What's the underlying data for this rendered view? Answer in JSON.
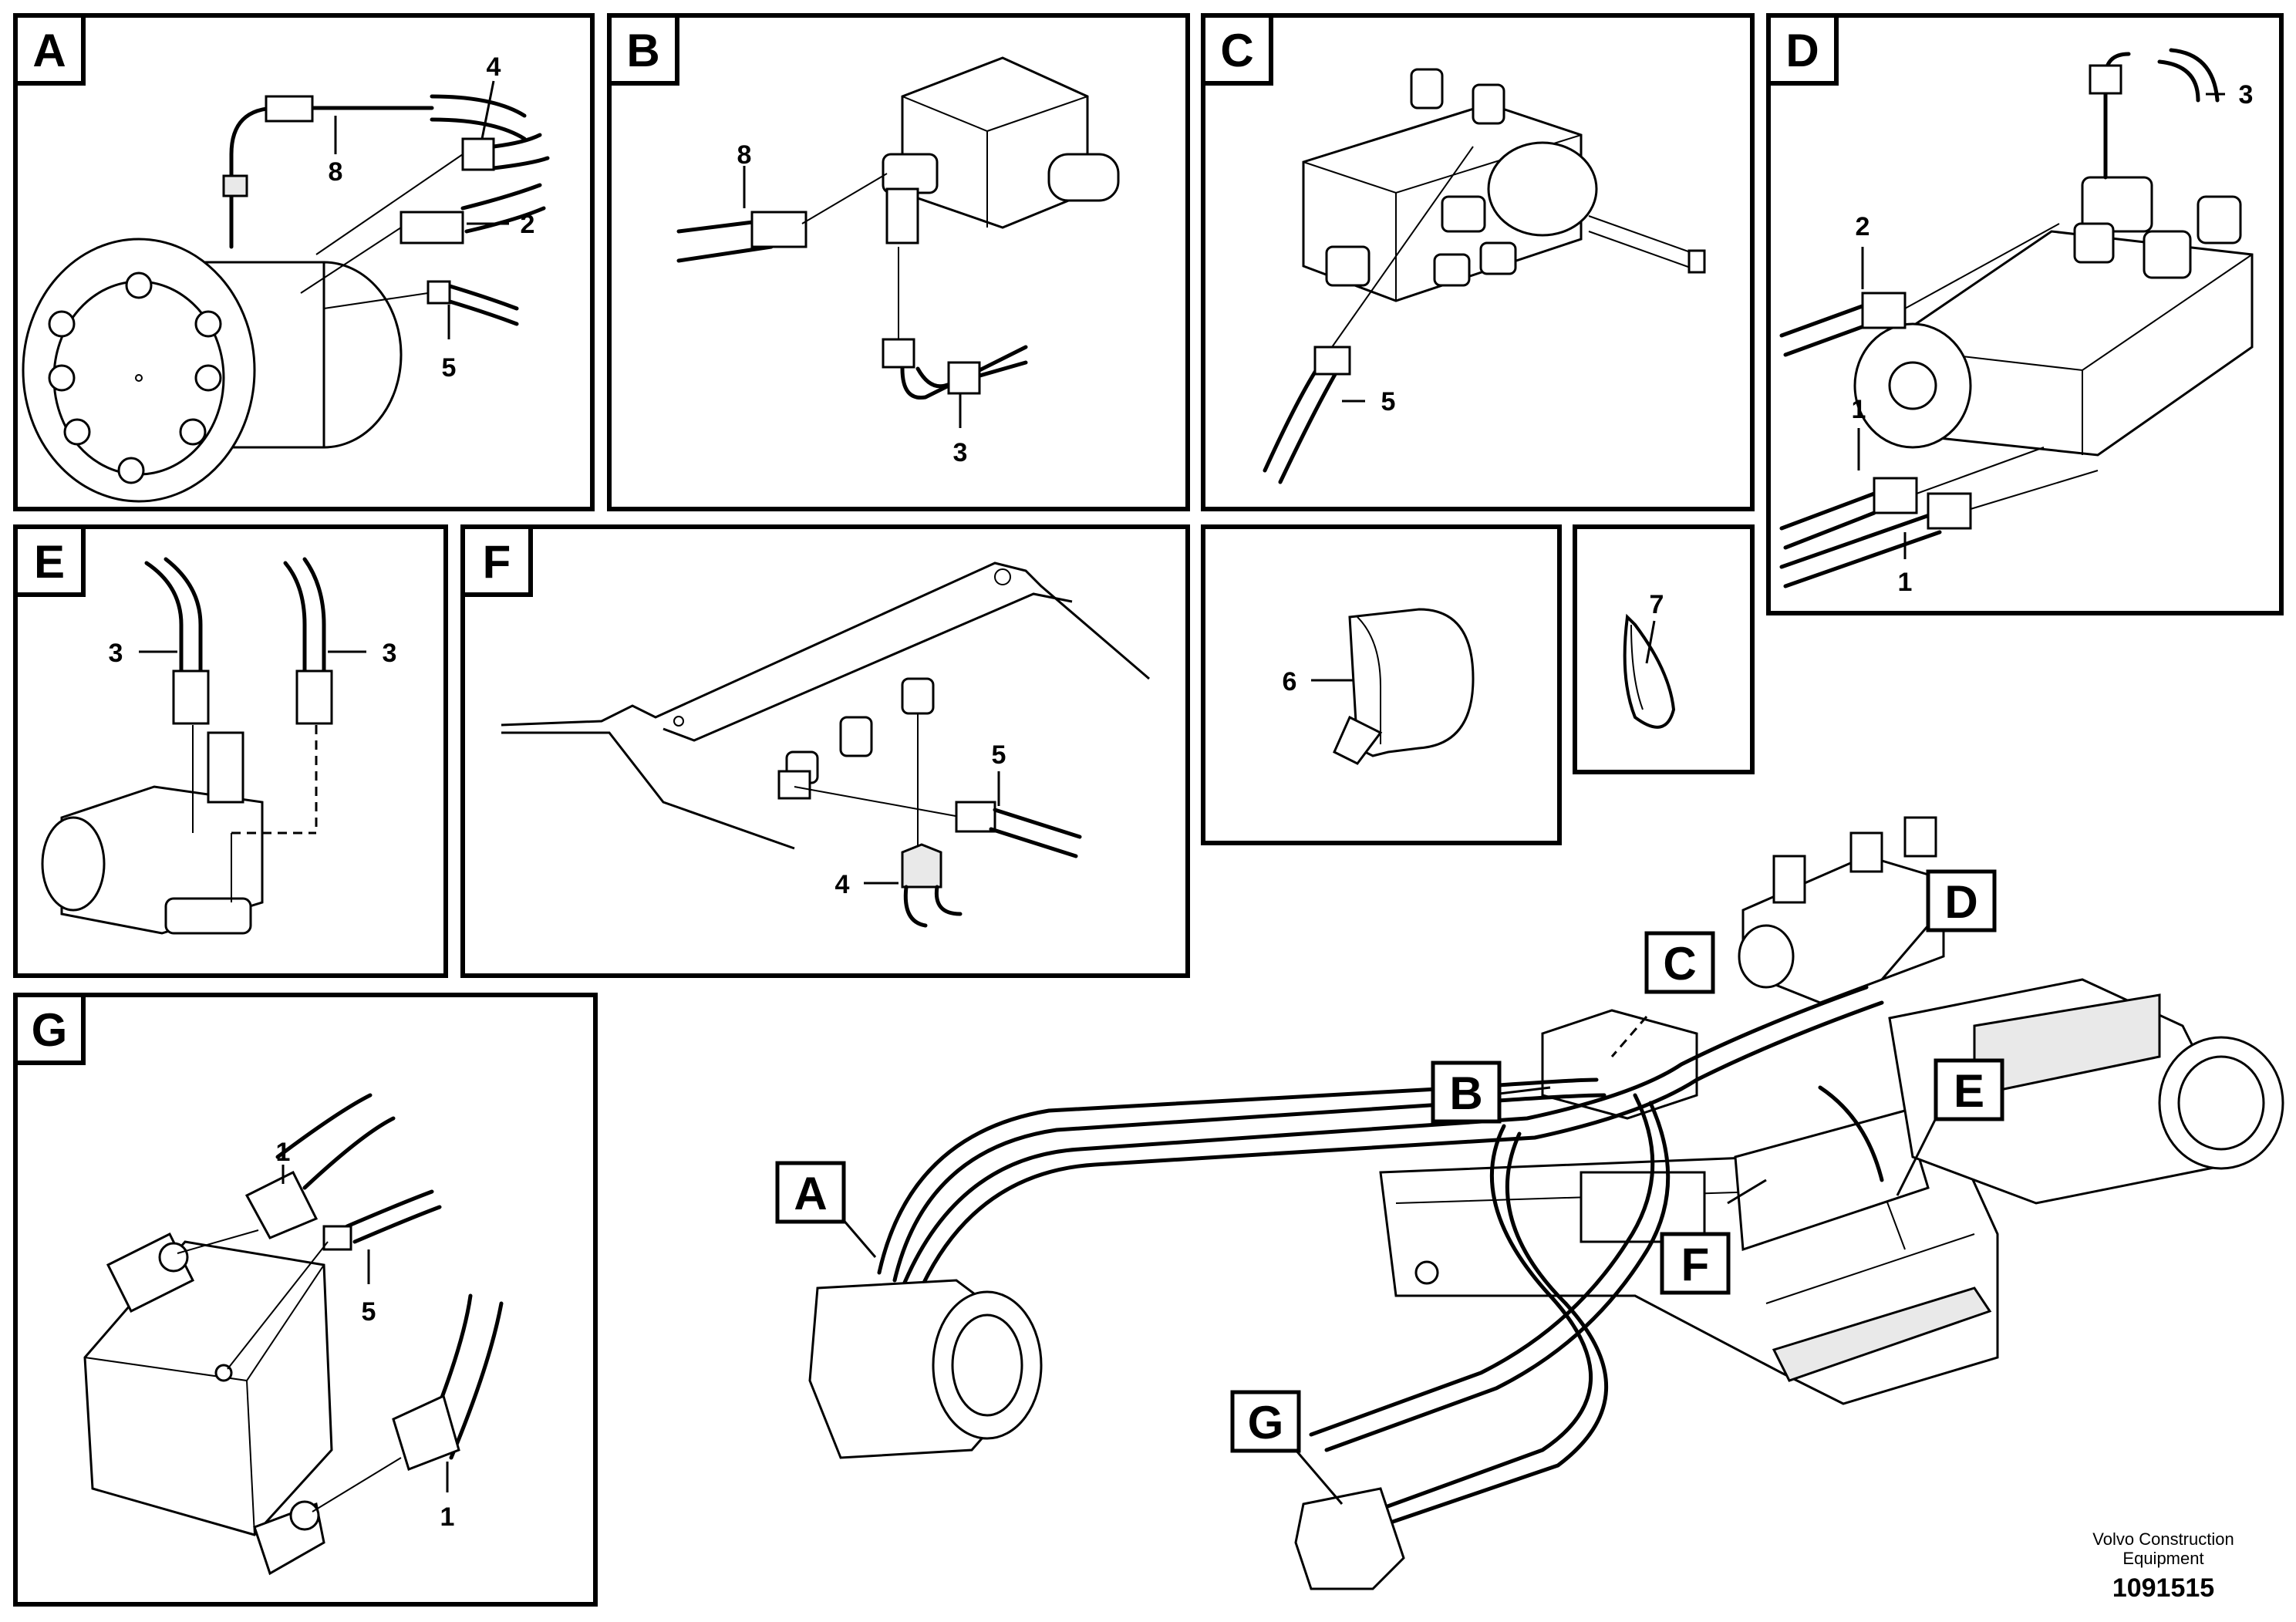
{
  "panels": [
    {
      "id": "A",
      "letter": "A",
      "callouts": [
        "4",
        "8",
        "2",
        "5"
      ]
    },
    {
      "id": "B",
      "letter": "B",
      "callouts": [
        "8",
        "3"
      ]
    },
    {
      "id": "C",
      "letter": "C",
      "callouts": [
        "5"
      ]
    },
    {
      "id": "D",
      "letter": "D",
      "callouts": [
        "3",
        "2",
        "1",
        "1"
      ]
    },
    {
      "id": "E",
      "letter": "E",
      "callouts": [
        "3",
        "3"
      ]
    },
    {
      "id": "F",
      "letter": "F",
      "callouts": [
        "5",
        "4"
      ]
    },
    {
      "id": "P6",
      "letter": "",
      "callouts": [
        "6"
      ]
    },
    {
      "id": "P7",
      "letter": "",
      "callouts": [
        "7"
      ]
    },
    {
      "id": "G",
      "letter": "G",
      "callouts": [
        "1",
        "5",
        "1"
      ]
    }
  ],
  "overview_markers": [
    "A",
    "B",
    "C",
    "D",
    "E",
    "F",
    "G"
  ],
  "brand": {
    "line1": "Volvo Construction",
    "line2": "Equipment"
  },
  "doc_number": "1091515"
}
